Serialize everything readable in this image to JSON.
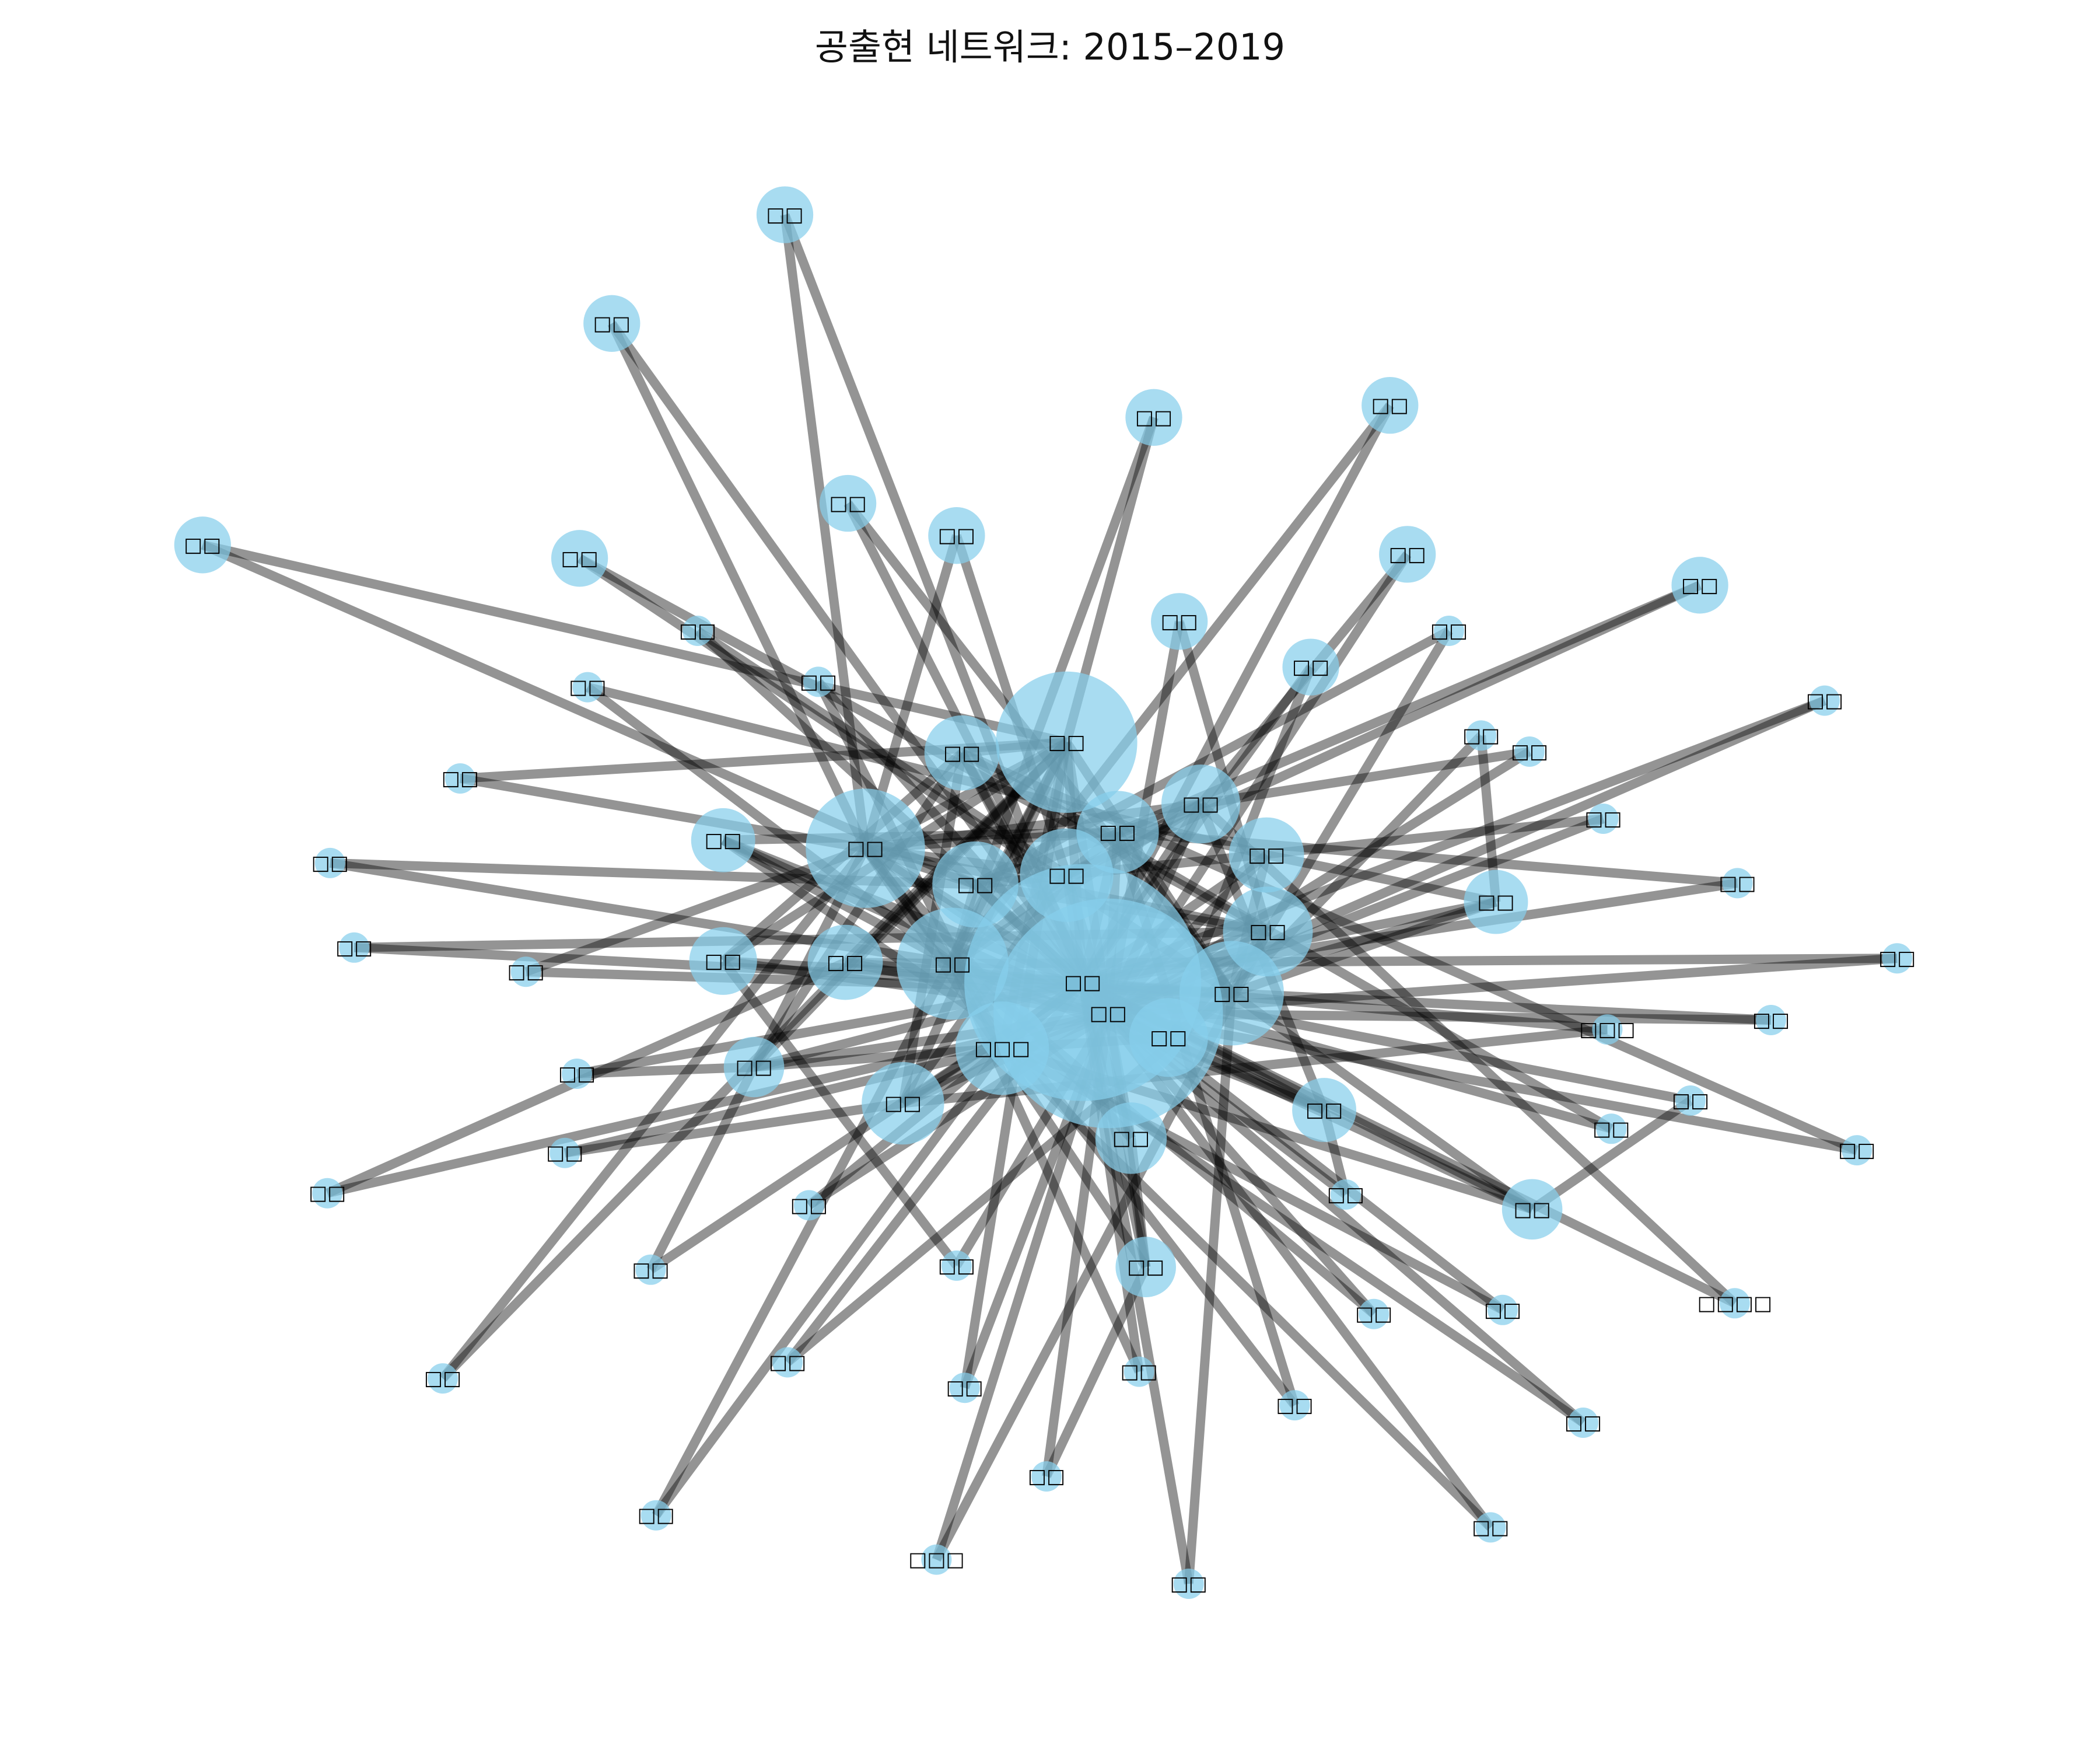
{
  "title": "공출현 네트워크: 2015–2019",
  "colors": {
    "node_fill": "#87CEEB",
    "edge": "#000000",
    "label": "#000000",
    "background": "#ffffff"
  },
  "nodes": [
    {
      "id": "n01",
      "label": "□□",
      "degree": 60
    },
    {
      "id": "n02",
      "label": "□□",
      "degree": 58
    },
    {
      "id": "n03",
      "label": "□□",
      "degree": 34
    },
    {
      "id": "n04",
      "label": "□□",
      "degree": 28
    },
    {
      "id": "n05",
      "label": "□□",
      "degree": 26
    },
    {
      "id": "n06",
      "label": "□□",
      "degree": 24
    },
    {
      "id": "n07",
      "label": "□□",
      "degree": 21
    },
    {
      "id": "n08",
      "label": "□□□",
      "degree": 21
    },
    {
      "id": "n09",
      "label": "□□",
      "degree": 20
    },
    {
      "id": "n10",
      "label": "□□",
      "degree": 19
    },
    {
      "id": "n11",
      "label": "□□",
      "degree": 18
    },
    {
      "id": "n12",
      "label": "□□",
      "degree": 18
    },
    {
      "id": "n13",
      "label": "□□",
      "degree": 17
    },
    {
      "id": "n14",
      "label": "□□",
      "degree": 17
    },
    {
      "id": "n15",
      "label": "□□",
      "degree": 16
    },
    {
      "id": "n16",
      "label": "□□",
      "degree": 16
    },
    {
      "id": "n17",
      "label": "□□",
      "degree": 16
    },
    {
      "id": "n18",
      "label": "□□",
      "degree": 15
    },
    {
      "id": "n19",
      "label": "□□",
      "degree": 14
    },
    {
      "id": "n20",
      "label": "□□",
      "degree": 13
    },
    {
      "id": "n21",
      "label": "□□",
      "degree": 13
    },
    {
      "id": "n22",
      "label": "□□",
      "degree": 13
    },
    {
      "id": "n23",
      "label": "□□",
      "degree": 12
    },
    {
      "id": "n24",
      "label": "□□",
      "degree": 12
    },
    {
      "id": "n25",
      "label": "□□",
      "degree": 12
    },
    {
      "id": "n26",
      "label": "□□",
      "degree": 11
    },
    {
      "id": "n27",
      "label": "□□",
      "degree": 11
    },
    {
      "id": "n28",
      "label": "□□",
      "degree": 11
    },
    {
      "id": "n29",
      "label": "□□",
      "degree": 11
    },
    {
      "id": "n30",
      "label": "□□",
      "degree": 11
    },
    {
      "id": "n31",
      "label": "□□",
      "degree": 11
    },
    {
      "id": "n32",
      "label": "□□",
      "degree": 11
    },
    {
      "id": "n33",
      "label": "□□",
      "degree": 11
    },
    {
      "id": "n34",
      "label": "□□",
      "degree": 11
    },
    {
      "id": "n35",
      "label": "□□",
      "degree": 11
    },
    {
      "id": "n36",
      "label": "□□",
      "degree": 11
    },
    {
      "id": "n37",
      "label": "□□",
      "degree": 11
    },
    {
      "id": "n38",
      "label": "□□",
      "degree": 10
    },
    {
      "id": "n39",
      "label": "□□",
      "degree": 10
    },
    {
      "id": "n40",
      "label": "□□",
      "degree": 10
    },
    {
      "id": "n41",
      "label": "□□",
      "degree": 10
    },
    {
      "id": "n42",
      "label": "□□",
      "degree": 10
    },
    {
      "id": "n43",
      "label": "□□",
      "degree": 10
    },
    {
      "id": "n44",
      "label": "□□",
      "degree": 10
    },
    {
      "id": "n45",
      "label": "□□",
      "degree": 10
    },
    {
      "id": "n46",
      "label": "□□",
      "degree": 10
    },
    {
      "id": "n47",
      "label": "□□□",
      "degree": 10
    },
    {
      "id": "n48",
      "label": "□□",
      "degree": 10
    },
    {
      "id": "n49",
      "label": "□□",
      "degree": 10
    },
    {
      "id": "n50",
      "label": "□□",
      "degree": 10
    },
    {
      "id": "n51",
      "label": "□□□□",
      "degree": 10
    },
    {
      "id": "n52",
      "label": "□□",
      "degree": 10
    },
    {
      "id": "n53",
      "label": "□□",
      "degree": 10
    },
    {
      "id": "n54",
      "label": "□□",
      "degree": 10
    },
    {
      "id": "n55",
      "label": "□□",
      "degree": 10
    },
    {
      "id": "n56",
      "label": "□□",
      "degree": 10
    },
    {
      "id": "n57",
      "label": "□□",
      "degree": 10
    },
    {
      "id": "n58",
      "label": "□□",
      "degree": 10
    },
    {
      "id": "n59",
      "label": "□□",
      "degree": 10
    },
    {
      "id": "n60",
      "label": "□□",
      "degree": 10
    },
    {
      "id": "n61",
      "label": "□□",
      "degree": 10
    },
    {
      "id": "n62",
      "label": "□□",
      "degree": 10
    },
    {
      "id": "n63",
      "label": "□□",
      "degree": 10
    },
    {
      "id": "n64",
      "label": "□□",
      "degree": 10
    },
    {
      "id": "n65",
      "label": "□□",
      "degree": 10
    },
    {
      "id": "n66",
      "label": "□□□",
      "degree": 10
    },
    {
      "id": "n67",
      "label": "□□",
      "degree": 10
    },
    {
      "id": "n68",
      "label": "□□",
      "degree": 10
    },
    {
      "id": "n69",
      "label": "□□",
      "degree": 10
    },
    {
      "id": "n70",
      "label": "□□",
      "degree": 10
    },
    {
      "id": "n71",
      "label": "□□",
      "degree": 10
    },
    {
      "id": "n72",
      "label": "□□",
      "degree": 10
    },
    {
      "id": "n73",
      "label": "□□",
      "degree": 10
    },
    {
      "id": "n74",
      "label": "□□",
      "degree": 10
    },
    {
      "id": "n75",
      "label": "□□",
      "degree": 10
    },
    {
      "id": "n76",
      "label": "□□",
      "degree": 10
    },
    {
      "id": "n77",
      "label": "□□",
      "degree": 10
    }
  ],
  "edges": [
    [
      "n01",
      "n02"
    ],
    [
      "n01",
      "n03"
    ],
    [
      "n01",
      "n04"
    ],
    [
      "n01",
      "n05"
    ],
    [
      "n01",
      "n06"
    ],
    [
      "n01",
      "n07"
    ],
    [
      "n01",
      "n08"
    ],
    [
      "n01",
      "n09"
    ],
    [
      "n01",
      "n10"
    ],
    [
      "n01",
      "n11"
    ],
    [
      "n01",
      "n12"
    ],
    [
      "n01",
      "n13"
    ],
    [
      "n01",
      "n14"
    ],
    [
      "n01",
      "n15"
    ],
    [
      "n01",
      "n16"
    ],
    [
      "n01",
      "n17"
    ],
    [
      "n01",
      "n18"
    ],
    [
      "n01",
      "n19"
    ],
    [
      "n01",
      "n20"
    ],
    [
      "n01",
      "n21"
    ],
    [
      "n01",
      "n22"
    ],
    [
      "n01",
      "n23"
    ],
    [
      "n01",
      "n24"
    ],
    [
      "n01",
      "n25"
    ],
    [
      "n02",
      "n03"
    ],
    [
      "n02",
      "n04"
    ],
    [
      "n02",
      "n05"
    ],
    [
      "n02",
      "n06"
    ],
    [
      "n02",
      "n07"
    ],
    [
      "n02",
      "n08"
    ],
    [
      "n02",
      "n09"
    ],
    [
      "n02",
      "n10"
    ],
    [
      "n02",
      "n11"
    ],
    [
      "n02",
      "n12"
    ],
    [
      "n02",
      "n13"
    ],
    [
      "n02",
      "n14"
    ],
    [
      "n02",
      "n15"
    ],
    [
      "n02",
      "n16"
    ],
    [
      "n02",
      "n17"
    ],
    [
      "n02",
      "n18"
    ],
    [
      "n02",
      "n19"
    ],
    [
      "n02",
      "n20"
    ],
    [
      "n02",
      "n21"
    ],
    [
      "n02",
      "n22"
    ],
    [
      "n02",
      "n23"
    ],
    [
      "n02",
      "n24"
    ],
    [
      "n02",
      "n25"
    ],
    [
      "n03",
      "n04"
    ],
    [
      "n03",
      "n05"
    ],
    [
      "n03",
      "n06"
    ],
    [
      "n03",
      "n08"
    ],
    [
      "n03",
      "n12"
    ],
    [
      "n03",
      "n16"
    ],
    [
      "n03",
      "n17"
    ],
    [
      "n03",
      "n19"
    ],
    [
      "n03",
      "n24"
    ],
    [
      "n04",
      "n05"
    ],
    [
      "n04",
      "n07"
    ],
    [
      "n04",
      "n09"
    ],
    [
      "n04",
      "n10"
    ],
    [
      "n04",
      "n11"
    ],
    [
      "n04",
      "n13"
    ],
    [
      "n04",
      "n18"
    ],
    [
      "n04",
      "n23"
    ],
    [
      "n05",
      "n07"
    ],
    [
      "n05",
      "n08"
    ],
    [
      "n05",
      "n10"
    ],
    [
      "n05",
      "n13"
    ],
    [
      "n05",
      "n17"
    ],
    [
      "n05",
      "n20"
    ],
    [
      "n05",
      "n21"
    ],
    [
      "n06",
      "n09"
    ],
    [
      "n06",
      "n11"
    ],
    [
      "n06",
      "n14"
    ],
    [
      "n06",
      "n15"
    ],
    [
      "n06",
      "n22"
    ],
    [
      "n06",
      "n25"
    ],
    [
      "n07",
      "n10"
    ],
    [
      "n07",
      "n11"
    ],
    [
      "n07",
      "n12"
    ],
    [
      "n07",
      "n13"
    ],
    [
      "n08",
      "n12"
    ],
    [
      "n08",
      "n14"
    ],
    [
      "n08",
      "n24"
    ],
    [
      "n08",
      "n25"
    ],
    [
      "n09",
      "n10"
    ],
    [
      "n09",
      "n14"
    ],
    [
      "n10",
      "n13"
    ],
    [
      "n11",
      "n20"
    ],
    [
      "n12",
      "n16"
    ],
    [
      "n15",
      "n22"
    ],
    [
      "n16",
      "n24"
    ],
    [
      "n18",
      "n23"
    ],
    [
      "n19",
      "n16"
    ],
    [
      "n21",
      "n13"
    ],
    [
      "n26",
      "n04"
    ],
    [
      "n26",
      "n01"
    ],
    [
      "n27",
      "n04"
    ],
    [
      "n27",
      "n02"
    ],
    [
      "n28",
      "n05"
    ],
    [
      "n28",
      "n03"
    ],
    [
      "n29",
      "n01"
    ],
    [
      "n29",
      "n05"
    ],
    [
      "n30",
      "n04"
    ],
    [
      "n30",
      "n07"
    ],
    [
      "n31",
      "n06"
    ],
    [
      "n31",
      "n02"
    ],
    [
      "n32",
      "n02"
    ],
    [
      "n32",
      "n13"
    ],
    [
      "n33",
      "n03"
    ],
    [
      "n33",
      "n10"
    ],
    [
      "n34",
      "n06"
    ],
    [
      "n34",
      "n09"
    ],
    [
      "n35",
      "n07"
    ],
    [
      "n35",
      "n11"
    ],
    [
      "n36",
      "n02"
    ],
    [
      "n36",
      "n09"
    ],
    [
      "n37",
      "n01"
    ],
    [
      "n37",
      "n14"
    ],
    [
      "n38",
      "n05"
    ],
    [
      "n38",
      "n15"
    ],
    [
      "n39",
      "n08"
    ],
    [
      "n39",
      "n01"
    ],
    [
      "n40",
      "n06"
    ],
    [
      "n40",
      "n22"
    ],
    [
      "n41",
      "n01"
    ],
    [
      "n41",
      "n02"
    ],
    [
      "n42",
      "n04"
    ],
    [
      "n42",
      "n03"
    ],
    [
      "n43",
      "n02"
    ],
    [
      "n43",
      "n07"
    ],
    [
      "n44",
      "n05"
    ],
    [
      "n44",
      "n10"
    ],
    [
      "n45",
      "n11"
    ],
    [
      "n45",
      "n01"
    ],
    [
      "n46",
      "n06"
    ],
    [
      "n46",
      "n09"
    ],
    [
      "n47",
      "n01"
    ],
    [
      "n47",
      "n12"
    ],
    [
      "n48",
      "n04"
    ],
    [
      "n48",
      "n06"
    ],
    [
      "n49",
      "n02"
    ],
    [
      "n49",
      "n05"
    ],
    [
      "n50",
      "n01"
    ],
    [
      "n50",
      "n16"
    ],
    [
      "n51",
      "n01"
    ],
    [
      "n51",
      "n13"
    ],
    [
      "n52",
      "n08"
    ],
    [
      "n52",
      "n12"
    ],
    [
      "n53",
      "n02"
    ],
    [
      "n53",
      "n17"
    ],
    [
      "n54",
      "n02"
    ],
    [
      "n54",
      "n16"
    ],
    [
      "n55",
      "n01"
    ],
    [
      "n55",
      "n02"
    ],
    [
      "n56",
      "n04"
    ],
    [
      "n56",
      "n01"
    ],
    [
      "n57",
      "n19"
    ],
    [
      "n57",
      "n02"
    ],
    [
      "n58",
      "n02"
    ],
    [
      "n58",
      "n05"
    ],
    [
      "n59",
      "n08"
    ],
    [
      "n59",
      "n01"
    ],
    [
      "n60",
      "n03"
    ],
    [
      "n60",
      "n04"
    ],
    [
      "n61",
      "n01"
    ],
    [
      "n61",
      "n06"
    ],
    [
      "n62",
      "n03"
    ],
    [
      "n62",
      "n02"
    ],
    [
      "n63",
      "n01"
    ],
    [
      "n63",
      "n05"
    ],
    [
      "n64",
      "n03"
    ],
    [
      "n64",
      "n08"
    ],
    [
      "n65",
      "n04"
    ],
    [
      "n65",
      "n11"
    ],
    [
      "n66",
      "n02"
    ],
    [
      "n66",
      "n09"
    ],
    [
      "n67",
      "n01"
    ],
    [
      "n67",
      "n06"
    ],
    [
      "n68",
      "n01"
    ],
    [
      "n68",
      "n08"
    ],
    [
      "n69",
      "n13"
    ],
    [
      "n69",
      "n02"
    ],
    [
      "n70",
      "n02"
    ],
    [
      "n70",
      "n21"
    ],
    [
      "n71",
      "n01"
    ],
    [
      "n71",
      "n25"
    ],
    [
      "n72",
      "n02"
    ],
    [
      "n72",
      "n23"
    ],
    [
      "n73",
      "n01"
    ],
    [
      "n73",
      "n07"
    ],
    [
      "n74",
      "n02"
    ],
    [
      "n74",
      "n20"
    ],
    [
      "n75",
      "n02"
    ],
    [
      "n75",
      "n06"
    ],
    [
      "n76",
      "n01"
    ],
    [
      "n76",
      "n24"
    ],
    [
      "n77",
      "n09"
    ],
    [
      "n77",
      "n10"
    ]
  ]
}
